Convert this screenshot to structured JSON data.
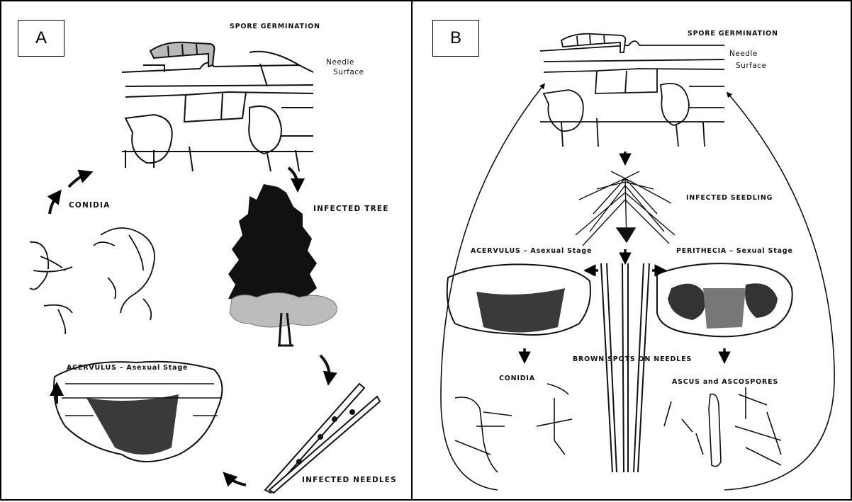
{
  "panel_a": {
    "letter": "A",
    "labels": {
      "spore_germination": "SPORE GERMINATION",
      "needle": "Needle",
      "surface": "Surface",
      "infected_tree": "INFECTED TREE",
      "conidia": "CONIDIA",
      "acervulus": "ACERVULUS – Asexual Stage",
      "infected_needles": "INFECTED NEEDLES"
    }
  },
  "panel_b": {
    "letter": "B",
    "labels": {
      "spore_germination": "SPORE GERMINATION",
      "needle": "Needle",
      "surface": "Surface",
      "infected_seedling": "INFECTED SEEDLING",
      "acervulus": "ACERVULUS – Asexual Stage",
      "perithecia": "PERITHECIA – Sexual Stage",
      "brown_spots": "BROWN SPOTS ON NEEDLES",
      "conidia": "CONIDIA",
      "ascus": "ASCUS and ASCOSPORES"
    }
  }
}
